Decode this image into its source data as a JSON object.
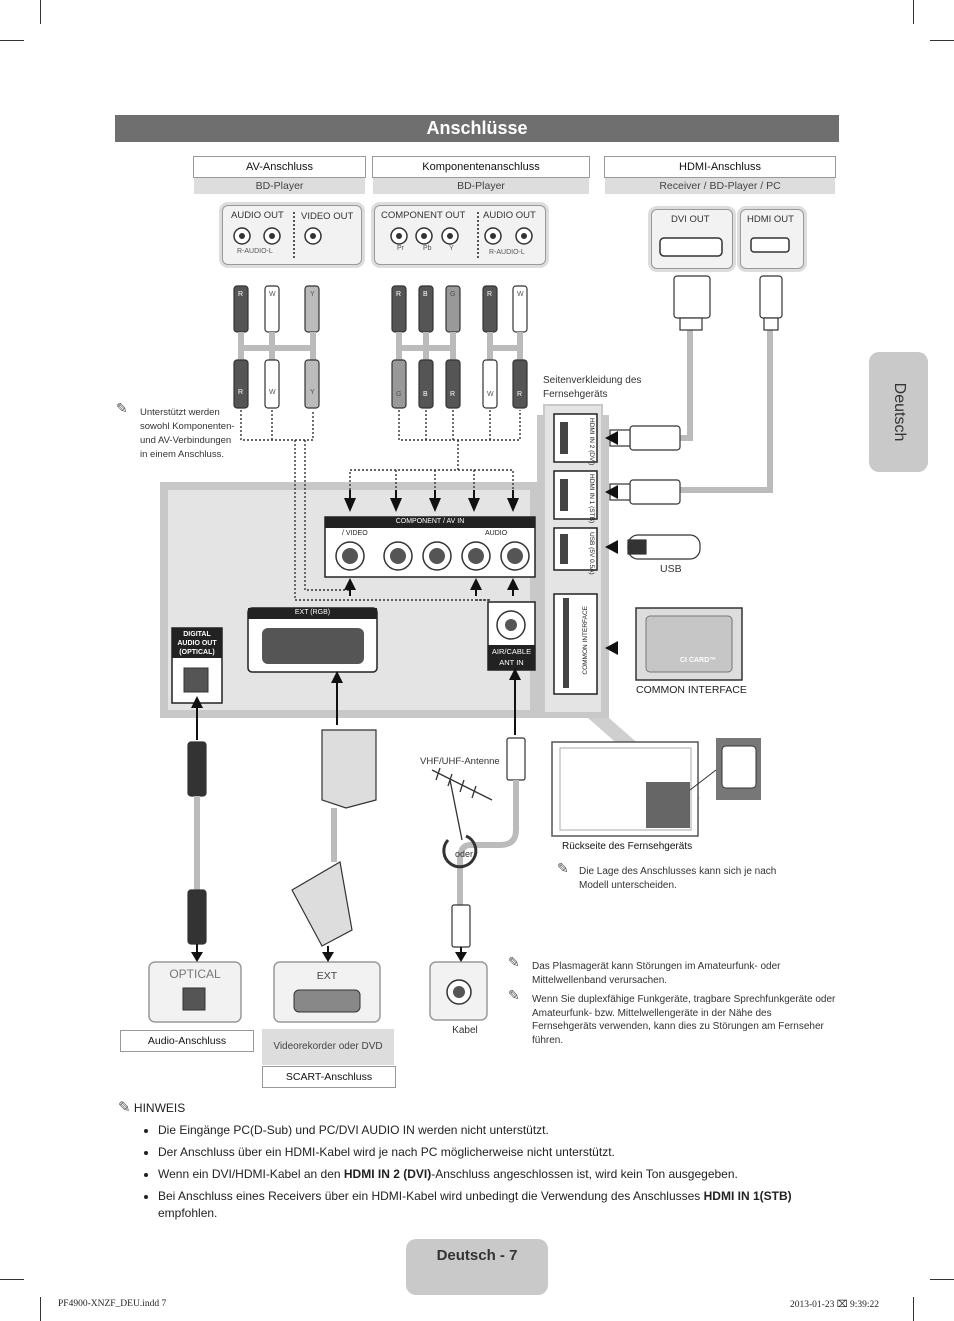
{
  "title": "Anschlüsse",
  "side_tab": "Deutsch",
  "headers": [
    {
      "title": "AV-Anschluss",
      "sub": "BD-Player"
    },
    {
      "title": "Komponentenanschluss",
      "sub": "BD-Player"
    },
    {
      "title": "HDMI-Anschluss",
      "sub": "Receiver / BD-Player / PC"
    }
  ],
  "device_labels": {
    "audio_out": "AUDIO OUT",
    "video_out": "VIDEO OUT",
    "r_audio_l": "R-AUDIO-L",
    "component_out": "COMPONENT OUT",
    "audio_out_2": "AUDIO OUT",
    "pr": "Pr",
    "pb": "Pb",
    "y": "Y",
    "r_audio_l_2": "R-AUDIO-L",
    "dvi_out": "DVI OUT",
    "hdmi_out": "HDMI OUT"
  },
  "plug_letters": {
    "av_top": [
      "R",
      "W",
      "Y"
    ],
    "comp_top": [
      "R",
      "B",
      "G",
      "R",
      "W"
    ],
    "av_bottom": [
      "R",
      "W",
      "Y"
    ],
    "comp_bottom": [
      "G",
      "B",
      "R",
      "W",
      "R"
    ]
  },
  "note_supports": "Unterstützt werden sowohl Komponenten- und AV-Verbindungen in einem Anschluss.",
  "side_panel_label": "Seitenverkleidung des Fernsehgeräts",
  "tv_ports": {
    "component_av_in": "COMPONENT / AV IN",
    "video": "/ VIDEO",
    "audio": "AUDIO",
    "ext_rgb": "EXT (RGB)",
    "digital_audio_out": "DIGITAL AUDIO OUT (OPTICAL)",
    "air_cable": "AIR/CABLE",
    "ant_in": "ANT IN",
    "hdmi_in_2": "HDMI IN 2 (DVI)",
    "hdmi_in_1": "HDMI IN 1 (STB)",
    "usb_port": "USB (5V 0.5A)",
    "common_interface_port": "COMMON INTERFACE"
  },
  "usb_label": "USB",
  "ci_card": "CI CARD™",
  "common_interface_label": "COMMON INTERFACE",
  "antenna_label": "VHF/UHF-Antenne",
  "oder": "oder",
  "tv_back_label": "Rückseite des Fernsehgeräts",
  "note_position": "Die Lage des Anschlusses kann sich je nach Modell unterscheiden.",
  "bottom_devices": {
    "optical": "OPTICAL",
    "ext": "EXT",
    "kabel": "Kabel"
  },
  "bottom_labels": {
    "audio": "Audio-Anschluss",
    "videorecorder": "Videorekorder oder DVD",
    "scart": "SCART-Anschluss"
  },
  "notes_right": [
    "Das Plasmagerät kann Störungen im Amateurfunk- oder Mittelwellenband verursachen.",
    "Wenn Sie duplexfähige Funkgeräte, tragbare Sprechfunkgeräte oder Amateurfunk- bzw. Mittelwellengeräte in der Nähe des Fernsehgeräts verwenden, kann dies zu Störungen am Fernseher führen."
  ],
  "hinweis": {
    "heading": "HINWEIS",
    "items": [
      {
        "pre": "Die Eingänge PC(D-Sub) und PC/DVI AUDIO IN werden nicht unterstützt.",
        "bold": "",
        "post": ""
      },
      {
        "pre": "Der Anschluss über ein HDMI-Kabel wird je nach PC möglicherweise nicht unterstützt.",
        "bold": "",
        "post": ""
      },
      {
        "pre": "Wenn ein DVI/HDMI-Kabel an den ",
        "bold": "HDMI IN 2 (DVI)",
        "post": "-Anschluss angeschlossen ist, wird kein Ton ausgegeben."
      },
      {
        "pre": "Bei Anschluss eines Receivers über ein HDMI-Kabel wird unbedingt die Verwendung des Anschlusses ",
        "bold": "HDMI IN 1(STB)",
        "post": " empfohlen."
      }
    ]
  },
  "page_number": "Deutsch - 7",
  "footer": {
    "file": "PF4900-XNZF_DEU.indd   7",
    "date": "2013-01-23   ⌧ 9:39:22"
  }
}
